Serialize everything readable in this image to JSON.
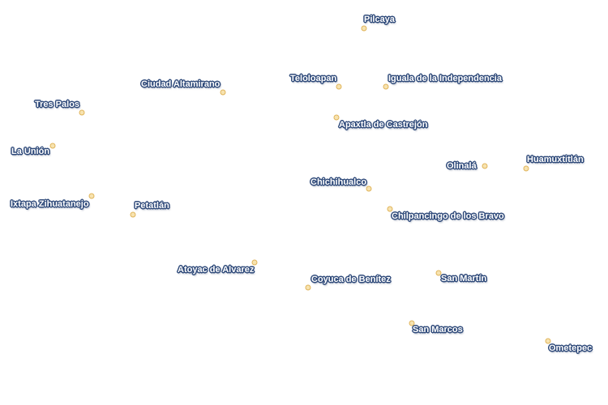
{
  "map": {
    "places": [
      {
        "id": "pilcaya",
        "name": "Pilcaya"
      },
      {
        "id": "ciudad-altamirano",
        "name": "Ciudad Altamirano"
      },
      {
        "id": "teloloapan",
        "name": "Teloloapan"
      },
      {
        "id": "iguala",
        "name": "Iguala de la Independencia"
      },
      {
        "id": "tres-palos",
        "name": "Tres Palos"
      },
      {
        "id": "apaxtla",
        "name": "Apaxtla de Castrejón"
      },
      {
        "id": "la-union",
        "name": "La Unión"
      },
      {
        "id": "olinala",
        "name": "Olinalá"
      },
      {
        "id": "huamuxtitlan",
        "name": "Huamuxtitlán"
      },
      {
        "id": "chichihualco",
        "name": "Chichihualco"
      },
      {
        "id": "ixtapa",
        "name": "Ixtapa Zihuatanejo"
      },
      {
        "id": "petatlan",
        "name": "Petatlán"
      },
      {
        "id": "chilpancingo",
        "name": "Chilpancingo de los Bravo"
      },
      {
        "id": "atoyac",
        "name": "Atoyac de Alvarez"
      },
      {
        "id": "coyuca",
        "name": "Coyuca de Benítez"
      },
      {
        "id": "san-martin",
        "name": "San Martín"
      },
      {
        "id": "san-marcos",
        "name": "San Marcos"
      },
      {
        "id": "ometepec",
        "name": "Ometepec"
      }
    ]
  }
}
